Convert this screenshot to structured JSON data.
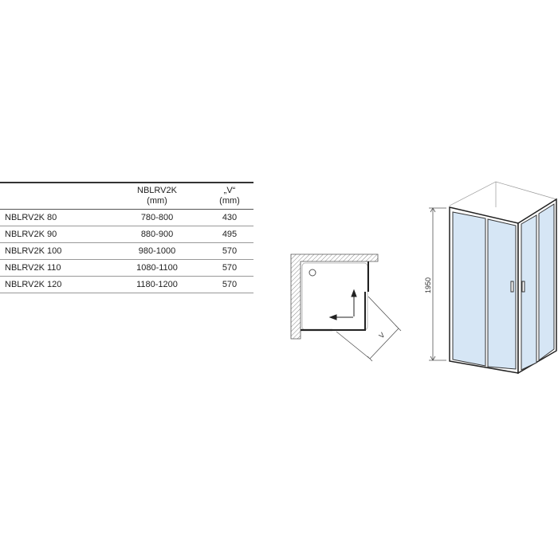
{
  "table": {
    "headers": [
      {
        "line1": "",
        "line2": ""
      },
      {
        "line1": "NBLRV2K",
        "line2": "(mm)"
      },
      {
        "line1": "„V“",
        "line2": "(mm)"
      }
    ],
    "rows": [
      {
        "model": "NBLRV2K 80",
        "range": "780-800",
        "v": "430"
      },
      {
        "model": "NBLRV2K 90",
        "range": "880-900",
        "v": "495"
      },
      {
        "model": "NBLRV2K 100",
        "range": "980-1000",
        "v": "570"
      },
      {
        "model": "NBLRV2K 110",
        "range": "1080-1100",
        "v": "570"
      },
      {
        "model": "NBLRV2K 120",
        "range": "1180-1200",
        "v": "570"
      }
    ]
  },
  "floor_plan": {
    "dimension_label": "V"
  },
  "elevation": {
    "height_label": "1950"
  },
  "colors": {
    "glass": "#d6e6f5",
    "frame": "#333333",
    "hatch": "#888888"
  }
}
